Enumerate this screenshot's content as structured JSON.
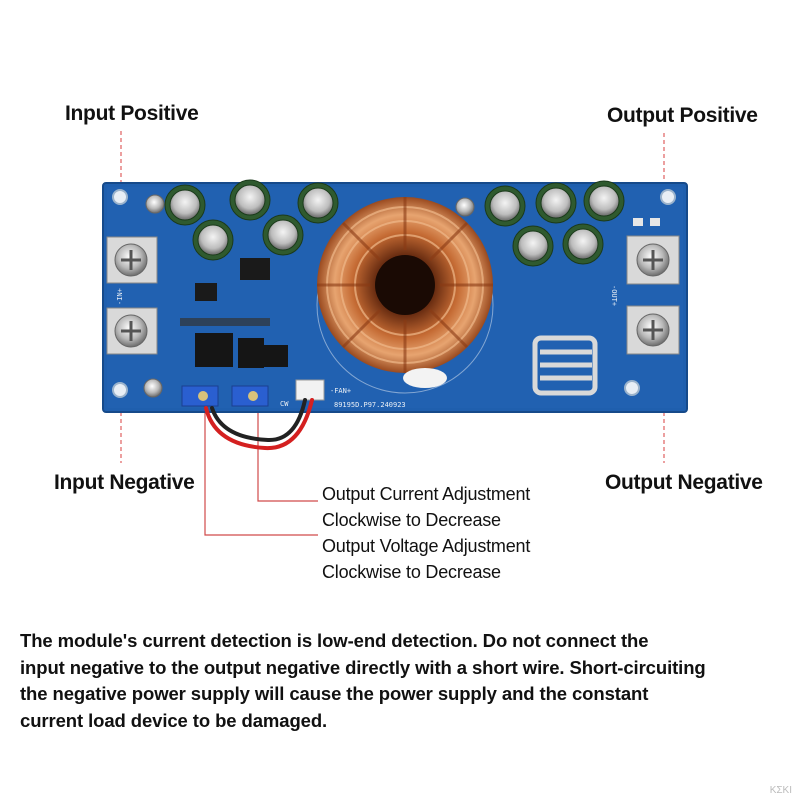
{
  "labels": {
    "input_positive": "Input Positive",
    "output_positive": "Output Positive",
    "input_negative": "Input Negative",
    "output_negative": "Output Negative"
  },
  "adjustments": {
    "current_line1": "Output Current Adjustment",
    "current_line2": "Clockwise to Decrease",
    "voltage_line1": "Output Voltage Adjustment",
    "voltage_line2": "Clockwise to Decrease"
  },
  "board_markings": {
    "part_number": "89195D.P97.240923",
    "fan_label": "-FAN+",
    "in_label": "-IN+",
    "out_label": "-OUT+",
    "cw_label": "CW"
  },
  "warning": [
    "The module's current detection is low-end detection. Do not connect the",
    "input negative to the output negative directly with a short wire. Short-circuiting",
    "the negative power supply will cause the power supply and the constant",
    "current load device to be damaged."
  ],
  "watermark": "ΚΣΚΙ",
  "colors": {
    "pcb": "#1f5fae",
    "pcb_edge": "#164a8a",
    "copper": "#c8743a",
    "leader_line": "#e06060",
    "wire_red": "#d42020",
    "wire_black": "#222222"
  }
}
